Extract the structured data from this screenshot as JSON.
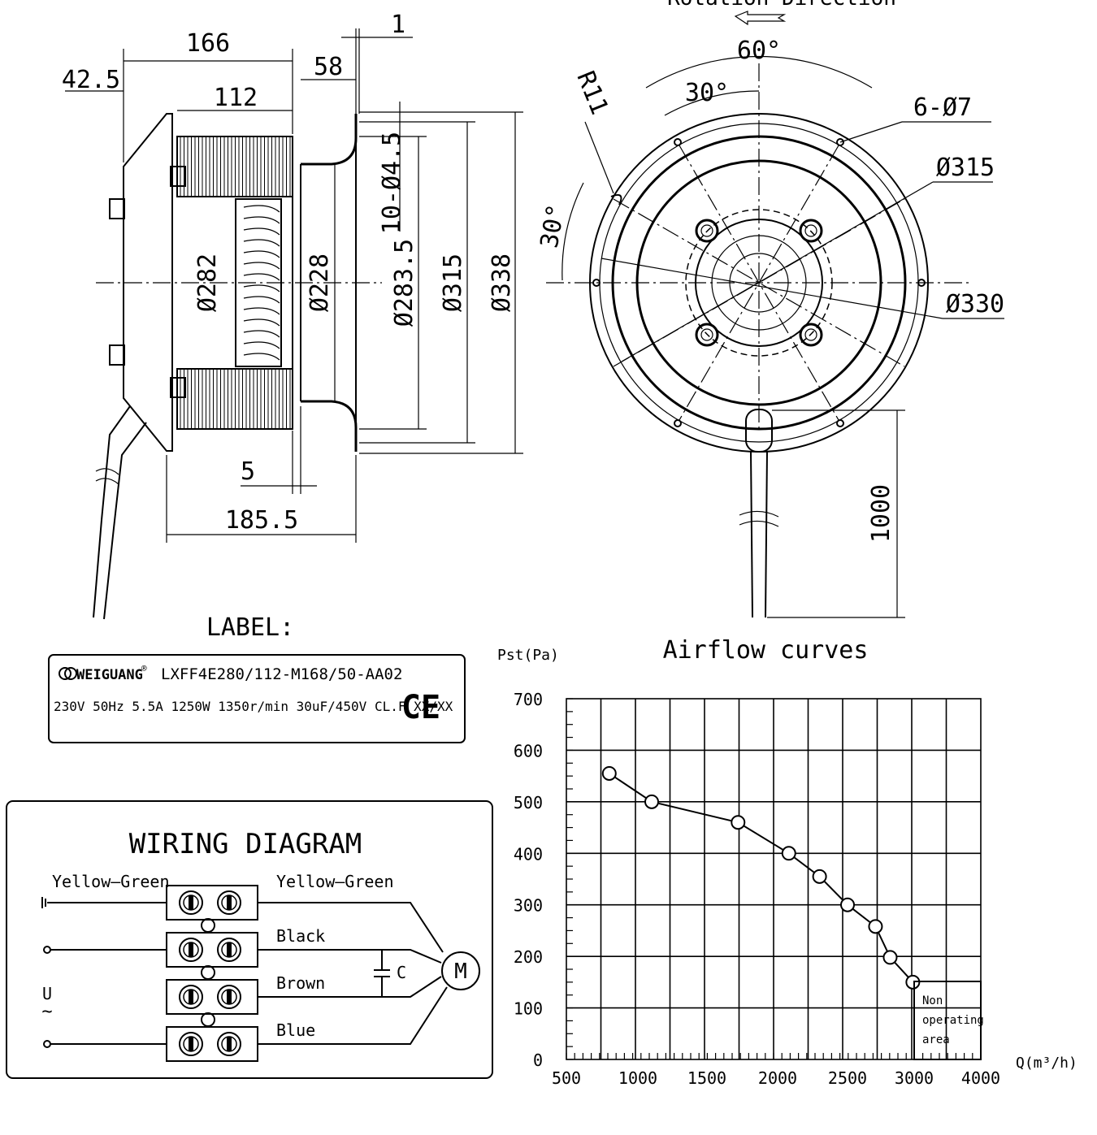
{
  "side_view": {
    "dims": {
      "d166": "166",
      "d42_5": "42.5",
      "d112": "112",
      "d58": "58",
      "d1": "1",
      "d10x4_5": "10-Ø4.5",
      "d282": "Ø282",
      "d228": "Ø228",
      "d283_5": "Ø283.5",
      "d315": "Ø315",
      "d338": "Ø338",
      "d5": "5",
      "d185_5": "185.5"
    }
  },
  "front_view": {
    "rotation_label": "Rotation Direction",
    "dims": {
      "a60": "60°",
      "a30_top": "30°",
      "a30_left": "30°",
      "r11": "R11",
      "holes": "6-Ø7",
      "d315": "Ø315",
      "d330": "Ø330",
      "cable": "1000"
    }
  },
  "label_box": {
    "heading": "LABEL:",
    "brand": "WEIGUANG",
    "brand_mark": "®",
    "model": "LXFF4E280/112-M168/50-AA02",
    "specs": "230V 50Hz 5.5A 1250W 1350r/min 30uF/450V CL.F XX/XX",
    "cert_mark": "CE"
  },
  "wiring": {
    "title": "WIRING DIAGRAM",
    "left_label": "Yellow—Green",
    "supply_symbol_u": "U",
    "supply_symbol_ac": "~",
    "wire_labels": [
      "Yellow—Green",
      "Black",
      "Brown",
      "Blue"
    ],
    "capacitor_label": "C",
    "motor_label": "M"
  },
  "chart_data": {
    "type": "line",
    "title": "Airflow curves",
    "ylabel": "Pst(Pa)",
    "xlabel": "Q(m³/h)",
    "x_ticks": [
      "500",
      "1000",
      "1500",
      "2000",
      "2500",
      "3000",
      "4000"
    ],
    "y_ticks": [
      "0",
      "100",
      "200",
      "300",
      "400",
      "500",
      "600",
      "700"
    ],
    "ylim": [
      0,
      700
    ],
    "grid": true,
    "series": [
      {
        "x": [
          800,
          1100,
          1720,
          2080,
          2300,
          2500,
          2710,
          2820,
          2990
        ],
        "y": [
          555,
          500,
          460,
          400,
          355,
          300,
          258,
          198,
          150
        ]
      }
    ],
    "annotation": [
      "Non",
      "operating",
      "area"
    ]
  }
}
